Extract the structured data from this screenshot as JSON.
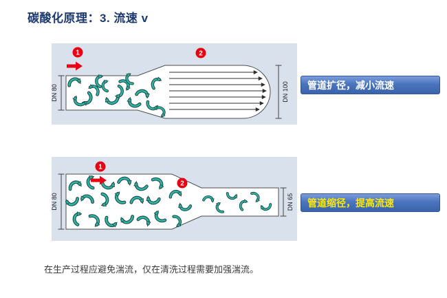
{
  "title": "碳酸化原理：3. 流速 v",
  "diagram_top": {
    "step1": "1",
    "step2": "2",
    "label_left": "DN 80",
    "label_right": "DN 100"
  },
  "diagram_bottom": {
    "step1": "1",
    "step2": "2",
    "label_left": "DN 80",
    "label_right": "DN 65"
  },
  "callouts": {
    "expand": "管道扩径，减小流速",
    "reduce": "管道缩径，提高流速"
  },
  "footnote": "在生产过程应避免湍流，仅在清洗过程需要加强湍流。",
  "colors": {
    "title_blue": "#1c3a6e",
    "diagram_background": "#d9e1ec",
    "eddy_teal": "#2eb5a5",
    "marker_red": "#e60012",
    "callout_blue": "#3a63ab",
    "callout_yellow": "#ffe900"
  }
}
